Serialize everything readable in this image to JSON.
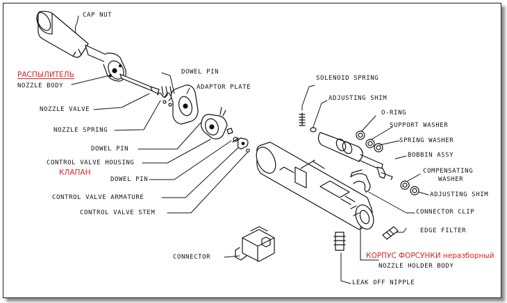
{
  "labels": {
    "cap_nut": "CAP NUT",
    "nozzle_body": "NOZZLE BODY",
    "nozzle_valve": "NOZZLE VALVE",
    "nozzle_spring": "NOZZLE SPRING",
    "dowel_pin_1": "DOWEL PIN",
    "adaptor_plate": "ADAPTOR PLATE",
    "dowel_pin_2": "DOWEL PIN",
    "control_valve_housing": "CONTROL VALVE HOUSING",
    "dowel_pin_3": "DOWEL PIN",
    "control_valve_armature": "CONTROL VALVE ARMATURE",
    "control_valve_stem": "CONTROL VALVE STEM",
    "connector": "CONNECTOR",
    "solenoid_spring": "SOLENOID SPRING",
    "adjusting_shim_1": "ADJUSTING SHIM",
    "o_ring": "O-RING",
    "support_washer": "SUPPORT WASHER",
    "spring_washer": "SPRING WASHER",
    "bobbin_assy": "BOBBIN ASSY",
    "compensating_washer_1": "COMPENSATING",
    "compensating_washer_2": "WASHER",
    "adjusting_shim_2": "ADJUSTING SHIM",
    "connector_clip": "CONNECTOR CLIP",
    "edge_filter": "EDGE FILTER",
    "nozzle_holder_body": "NOZZLE HOLDER BODY",
    "leak_off_nipple": "LEAK OFF NIPPLE"
  },
  "annotations": {
    "sprayer": "РАСПЫЛИТЕЛЬ",
    "valve": "КЛАПАН",
    "injector_body": "КОРПУС ФОРСУНКИ неразборный"
  },
  "colors": {
    "line": "#111111",
    "annotation": "#d42424"
  }
}
